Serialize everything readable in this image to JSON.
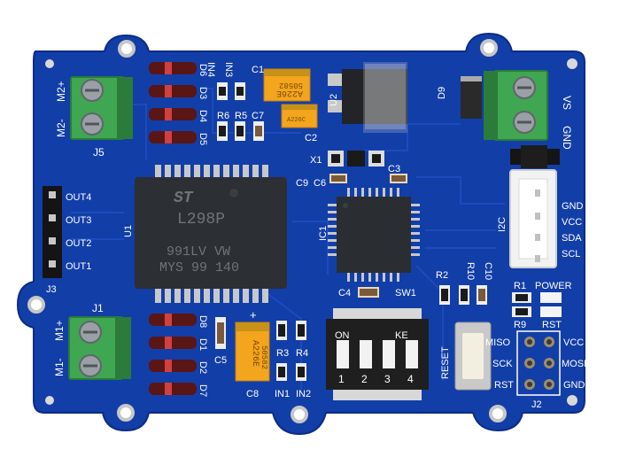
{
  "colors": {
    "pcb": "#123ea8",
    "pcb_edge": "#0b2c86",
    "terminal": "#3fa651",
    "terminal_dark": "#2b7b3a",
    "tantalum": "#f3a51e",
    "chip": "#2c2f33",
    "silkscreen": "#ffffff"
  },
  "labels": {
    "d6": "D6",
    "d3": "D3",
    "d4": "D4",
    "d5": "D5",
    "d8": "D8",
    "d1": "D1",
    "d2": "D2",
    "d7": "D7",
    "d9": "D9",
    "in4": "IN4",
    "in3": "IN3",
    "in1": "IN1",
    "in2": "IN2",
    "r6": "R6",
    "r5": "R5",
    "r3": "R3",
    "r4": "R4",
    "r2": "R2",
    "r10": "R10",
    "r1": "R1",
    "r9": "R9",
    "c1": "C1",
    "c2": "C2",
    "c7": "C7",
    "c3": "C3",
    "c4": "C4",
    "c5": "C5",
    "c6": "C6",
    "c8": "C8",
    "c9": "C9",
    "c10": "C10",
    "u1": "U1",
    "u2": "U2",
    "ic1": "IC1",
    "x1": "X1",
    "j1": "J1",
    "j2": "J2",
    "j3": "J3",
    "j5": "J5",
    "m2plus": "M2+",
    "m2minus": "M2-",
    "m1plus": "M1+",
    "m1minus": "M1-",
    "out4": "OUT4",
    "out3": "OUT3",
    "out2": "OUT2",
    "out1": "OUT1",
    "vs": "VS",
    "gnd_pwr": "GND",
    "i2c": "I2C",
    "gnd": "GND",
    "vcc": "VCC",
    "sda": "SDA",
    "scl": "SCL",
    "power": "POWER",
    "rst_led": "RST",
    "sw1": "SW1",
    "on": "ON",
    "ke": "KE",
    "sw_1": "1",
    "sw_2": "2",
    "sw_3": "3",
    "sw_4": "4",
    "reset": "RESET",
    "miso": "MISO",
    "sck": "SCK",
    "rst": "RST",
    "vcc2": "VCC",
    "mosi": "MOSI",
    "gnd2": "GND",
    "chip_brand": "ST",
    "chip_name": "L298P",
    "chip_line1": "991LV VW",
    "chip_line2": "MYS 99 140",
    "cap_c1_code": "A226E",
    "cap_c1_code2": "50582",
    "cap_c8_code": "A226E",
    "cap_c8_code2": "50582",
    "cap_c2_code": "A226C",
    "plus": "+"
  }
}
